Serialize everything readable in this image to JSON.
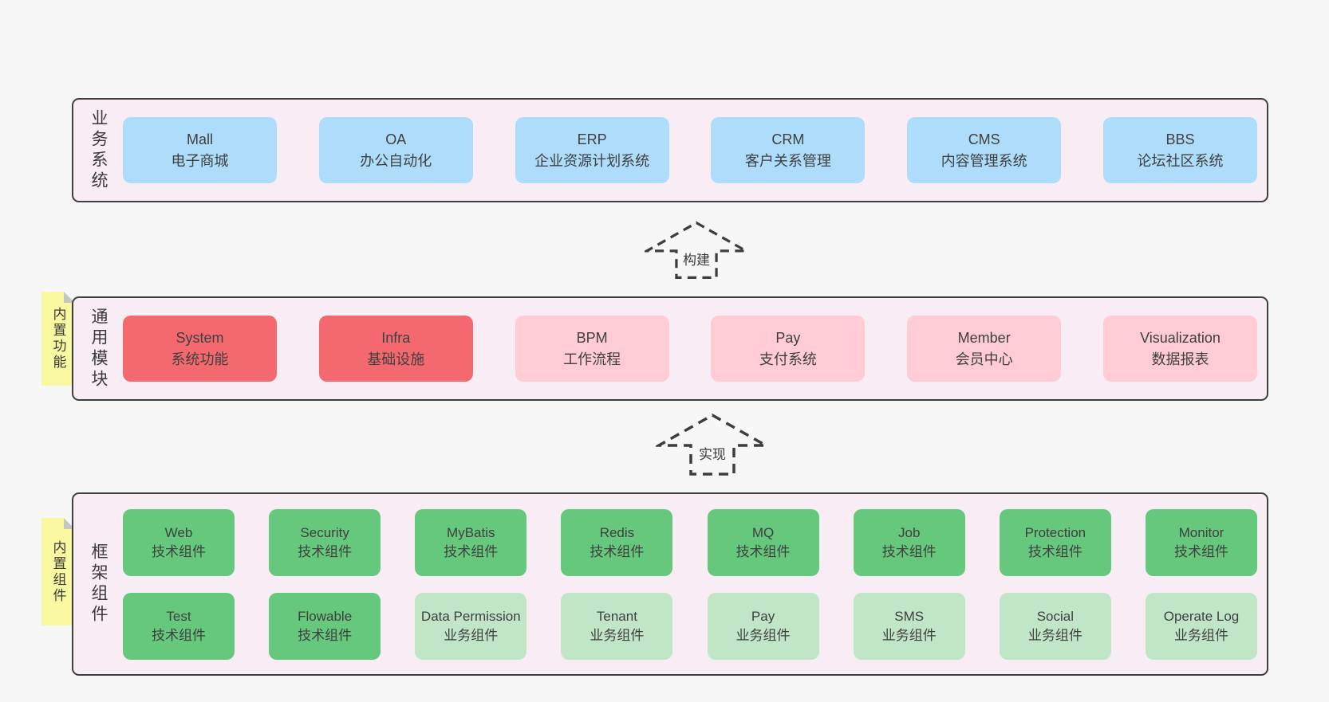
{
  "colors": {
    "page_bg": "#f8f7f8",
    "container_bg": "#f8ecf5",
    "container_border": "#3f3f3f",
    "blue": "#aeddfb",
    "red": "#f4696f",
    "pink": "#ffccd5",
    "green": "#66c87d",
    "light_green": "#c1e6c7",
    "sticky_yellow": "#faf8a1"
  },
  "panels": {
    "business": {
      "label": "业务系统",
      "boxes": [
        {
          "name": "Mall",
          "desc": "电子商城",
          "variant": "blue"
        },
        {
          "name": "OA",
          "desc": "办公自动化",
          "variant": "blue"
        },
        {
          "name": "ERP",
          "desc": "企业资源计划系统",
          "variant": "blue"
        },
        {
          "name": "CRM",
          "desc": "客户关系管理",
          "variant": "blue"
        },
        {
          "name": "CMS",
          "desc": "内容管理系统",
          "variant": "blue"
        },
        {
          "name": "BBS",
          "desc": "论坛社区系统",
          "variant": "blue"
        }
      ]
    },
    "modules": {
      "label": "通用模块",
      "sticky": "内置功能",
      "boxes": [
        {
          "name": "System",
          "desc": "系统功能",
          "variant": "red"
        },
        {
          "name": "Infra",
          "desc": "基础设施",
          "variant": "red"
        },
        {
          "name": "BPM",
          "desc": "工作流程",
          "variant": "pink"
        },
        {
          "name": "Pay",
          "desc": "支付系统",
          "variant": "pink"
        },
        {
          "name": "Member",
          "desc": "会员中心",
          "variant": "pink"
        },
        {
          "name": "Visualization",
          "desc": "数据报表",
          "variant": "pink"
        }
      ]
    },
    "framework": {
      "label": "框架组件",
      "sticky": "内置组件",
      "row1": [
        {
          "name": "Web",
          "desc": "技术组件",
          "variant": "green"
        },
        {
          "name": "Security",
          "desc": "技术组件",
          "variant": "green"
        },
        {
          "name": "MyBatis",
          "desc": "技术组件",
          "variant": "green"
        },
        {
          "name": "Redis",
          "desc": "技术组件",
          "variant": "green"
        },
        {
          "name": "MQ",
          "desc": "技术组件",
          "variant": "green"
        },
        {
          "name": "Job",
          "desc": "技术组件",
          "variant": "green"
        },
        {
          "name": "Protection",
          "desc": "技术组件",
          "variant": "green"
        },
        {
          "name": "Monitor",
          "desc": "技术组件",
          "variant": "green"
        }
      ],
      "row2": [
        {
          "name": "Test",
          "desc": "技术组件",
          "variant": "green"
        },
        {
          "name": "Flowable",
          "desc": "技术组件",
          "variant": "green"
        },
        {
          "name": "Data Permission",
          "desc": "业务组件",
          "variant": "lightgreen"
        },
        {
          "name": "Tenant",
          "desc": "业务组件",
          "variant": "lightgreen"
        },
        {
          "name": "Pay",
          "desc": "业务组件",
          "variant": "lightgreen"
        },
        {
          "name": "SMS",
          "desc": "业务组件",
          "variant": "lightgreen"
        },
        {
          "name": "Social",
          "desc": "业务组件",
          "variant": "lightgreen"
        },
        {
          "name": "Operate Log",
          "desc": "业务组件",
          "variant": "lightgreen"
        }
      ]
    }
  },
  "arrows": {
    "build": "构建",
    "implement": "实现"
  }
}
